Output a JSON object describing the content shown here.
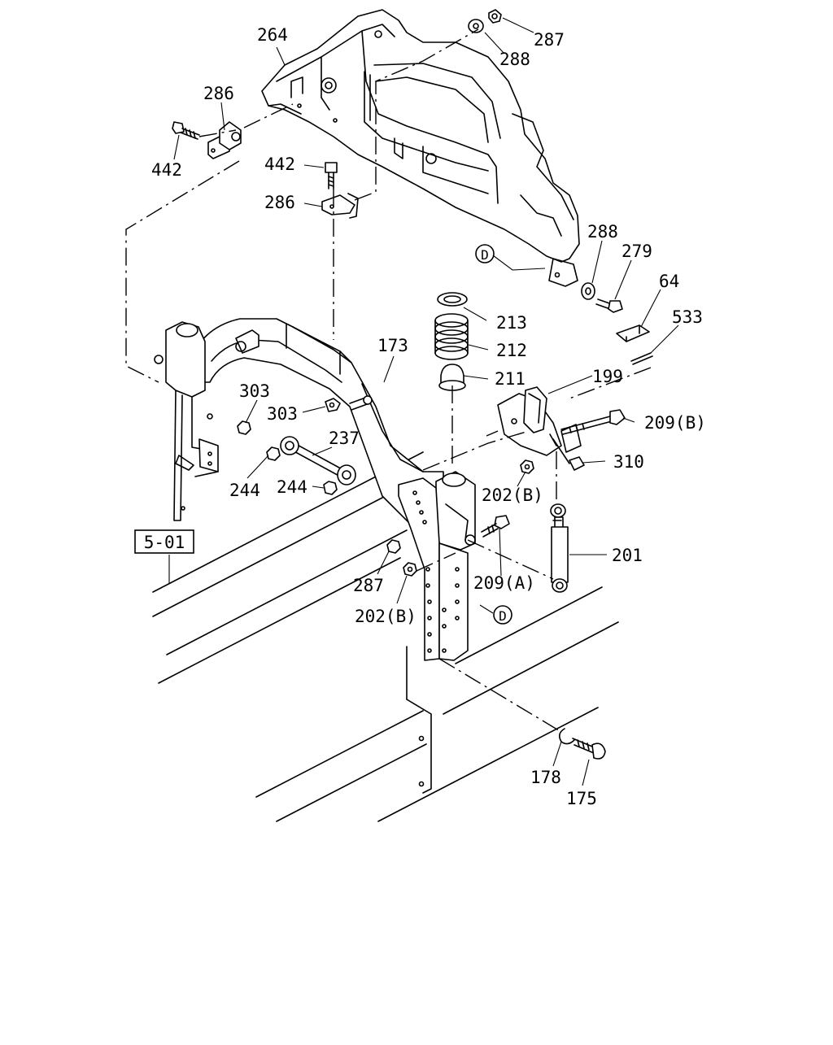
{
  "diagram": {
    "callouts": {
      "c264": "264",
      "c287a": "287",
      "c288a": "288",
      "c286a": "286",
      "c442a": "442",
      "c442b": "442",
      "c286b": "286",
      "c288b": "288",
      "c279": "279",
      "c64": "64",
      "c533": "533",
      "cDa": "D",
      "c213": "213",
      "c212": "212",
      "c211": "211",
      "c199": "199",
      "c173": "173",
      "c303a": "303",
      "c303b": "303",
      "c237": "237",
      "c209b": "209(B)",
      "c310": "310",
      "c244a": "244",
      "c244b": "244",
      "c202b1": "202(B)",
      "c201": "201",
      "c501": "5-01",
      "c287b": "287",
      "c209a": "209(A)",
      "c202b2": "202(B)",
      "cDb": "D",
      "c178": "178",
      "c175": "175"
    }
  }
}
